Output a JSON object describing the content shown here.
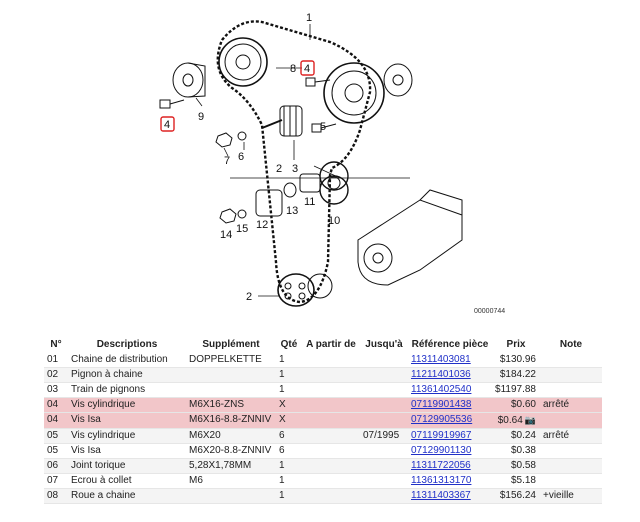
{
  "diagram": {
    "callouts": [
      "1",
      "8",
      "4",
      "9",
      "4",
      "5",
      "7",
      "6",
      "2",
      "3",
      "11",
      "13",
      "12",
      "10",
      "14",
      "15",
      "2"
    ],
    "highlighted_callout": "4",
    "code": "00000744"
  },
  "table": {
    "headers": [
      "N°",
      "Descriptions",
      "Supplément",
      "Qté",
      "A partir de",
      "Jusqu'à",
      "Référence pièce",
      "Prix",
      "Note"
    ],
    "rows": [
      {
        "n": "01",
        "desc": "Chaine de distribution",
        "supp": "DOPPELKETTE",
        "qty": "1",
        "from": "",
        "to": "",
        "ref": "11311403081",
        "price": "$130.96",
        "note": "",
        "highlight": false
      },
      {
        "n": "02",
        "desc": "Pignon à chaine",
        "supp": "",
        "qty": "1",
        "from": "",
        "to": "",
        "ref": "11211401036",
        "price": "$184.22",
        "note": "",
        "highlight": false
      },
      {
        "n": "03",
        "desc": "Train de pignons",
        "supp": "",
        "qty": "1",
        "from": "",
        "to": "",
        "ref": "11361402540",
        "price": "$1197.88",
        "note": "",
        "highlight": false
      },
      {
        "n": "04",
        "desc": "Vis cylindrique",
        "supp": "M6X16-ZNS",
        "qty": "X",
        "from": "",
        "to": "",
        "ref": "07119901438",
        "price": "$0.60",
        "note": "arrêté",
        "highlight": true
      },
      {
        "n": "04",
        "desc": "Vis Isa",
        "supp": "M6X16-8.8-ZNNIV",
        "qty": "X",
        "from": "",
        "to": "",
        "ref": "07129905536",
        "price": "$0.64",
        "note": "",
        "highlight": true,
        "camera": true
      },
      {
        "n": "05",
        "desc": "Vis cylindrique",
        "supp": "M6X20",
        "qty": "6",
        "from": "",
        "to": "07/1995",
        "ref": "07119919967",
        "price": "$0.24",
        "note": "arrêté",
        "highlight": false
      },
      {
        "n": "05",
        "desc": "Vis Isa",
        "supp": "M6X20-8.8-ZNNIV",
        "qty": "6",
        "from": "",
        "to": "",
        "ref": "07129901130",
        "price": "$0.38",
        "note": "",
        "highlight": false
      },
      {
        "n": "06",
        "desc": "Joint torique",
        "supp": "5,28X1,78MM",
        "qty": "1",
        "from": "",
        "to": "",
        "ref": "11311722056",
        "price": "$0.58",
        "note": "",
        "highlight": false
      },
      {
        "n": "07",
        "desc": "Ecrou à collet",
        "supp": "M6",
        "qty": "1",
        "from": "",
        "to": "",
        "ref": "11361313170",
        "price": "$5.18",
        "note": "",
        "highlight": false
      },
      {
        "n": "08",
        "desc": "Roue a chaine",
        "supp": "",
        "qty": "1",
        "from": "",
        "to": "",
        "ref": "11311403367",
        "price": "$156.24",
        "note": "+vieille",
        "highlight": false
      }
    ]
  },
  "colors": {
    "highlight_row": "#f2c6c9",
    "link": "#2030c8",
    "callout_box": "#dd2222"
  }
}
